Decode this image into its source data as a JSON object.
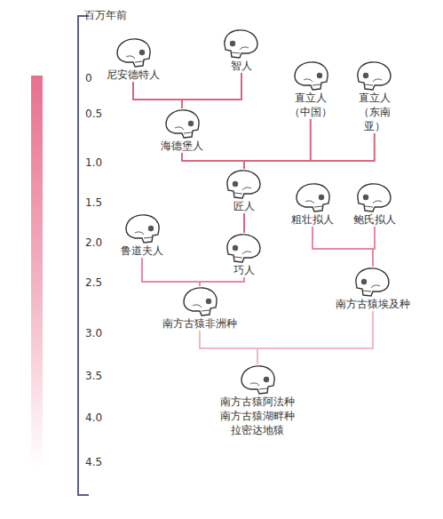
{
  "diagram": {
    "nodes": [
      {
        "text": [
          "尼安德特人"
        ]
      },
      {
        "text": [
          "智人"
        ]
      },
      {
        "text": [
          "直立人 （中国）"
        ]
      },
      {
        "text": [
          "直立人 （东南亚）"
        ]
      },
      {
        "text": [
          "海德堡人"
        ]
      },
      {
        "text": [
          "匠人"
        ]
      },
      {
        "text": [
          "粗壮拟人"
        ]
      },
      {
        "text": [
          "鲍氏拟人"
        ]
      },
      {
        "text": [
          "鲁道夫人"
        ]
      },
      {
        "text": [
          "巧人"
        ]
      },
      {
        "text": [
          "南方古猿非洲种"
        ]
      },
      {
        "text": [
          "南方古猿埃及种"
        ]
      },
      {
        "text": [
          "南方古猿阿法种",
          "南方古猿湖畔种",
          "拉密达地猿"
        ]
      }
    ],
    "edges": [
      {
        "from": 12,
        "to": 10,
        "arrow": "none"
      },
      {
        "from": 12,
        "to": 11,
        "arrow": "none"
      },
      {
        "from": 10,
        "to": 8,
        "arrow": "none"
      },
      {
        "from": 10,
        "to": 9,
        "arrow": "none"
      },
      {
        "from": 11,
        "to": 6,
        "arrow": "none"
      },
      {
        "from": 11,
        "to": 7,
        "arrow": "none"
      },
      {
        "from": 9,
        "to": 5,
        "arrow": "none"
      },
      {
        "from": 5,
        "to": 4,
        "arrow": "none"
      },
      {
        "from": 5,
        "to": 2,
        "arrow": "none"
      },
      {
        "from": 5,
        "to": 3,
        "arrow": "none"
      },
      {
        "from": 4,
        "to": 0,
        "arrow": "none"
      },
      {
        "from": 4,
        "to": 1,
        "arrow": "none"
      }
    ],
    "labels": [
      "百万年前",
      "0",
      "0.5",
      "1.0",
      "1.5",
      "2.0",
      "2.5",
      "3.0",
      "3.5",
      "4.0",
      "4.5"
    ]
  }
}
